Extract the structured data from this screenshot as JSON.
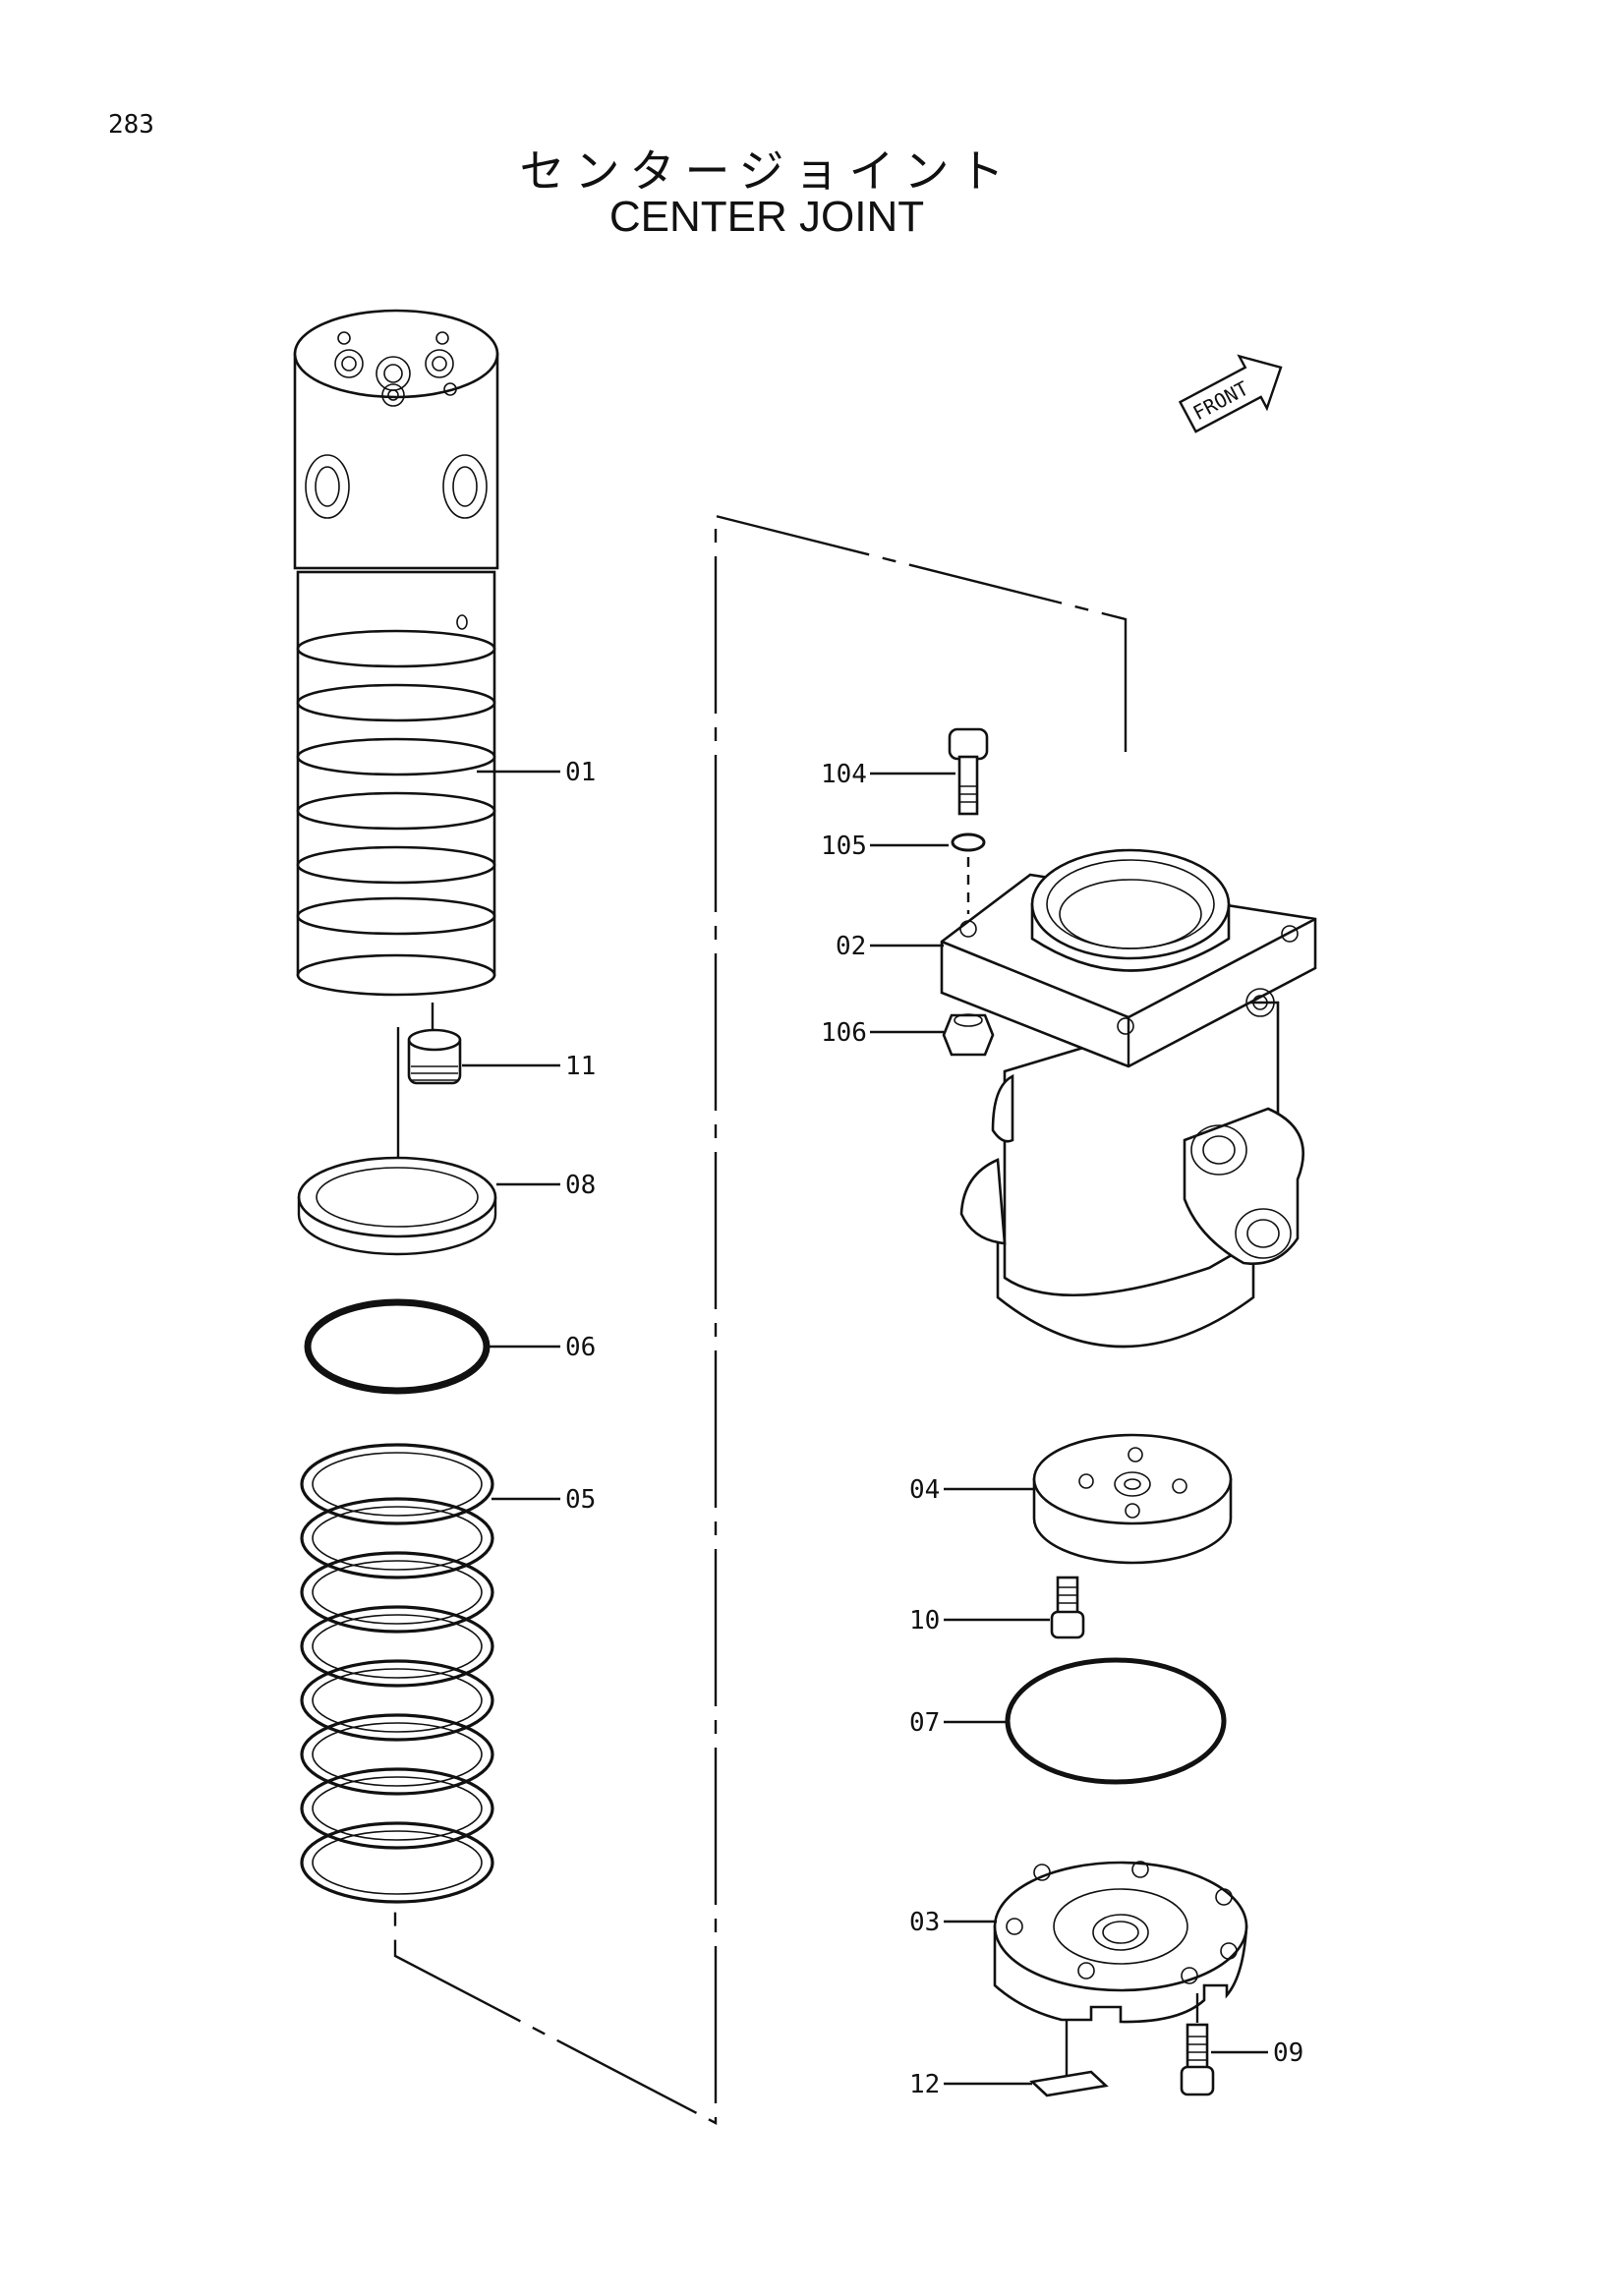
{
  "page_number": "283",
  "title_jp": "センタージョイント",
  "title_en": "CENTER JOINT",
  "front_label": "FRONT",
  "callouts": {
    "p01": "01",
    "p02": "02",
    "p03": "03",
    "p04": "04",
    "p05": "05",
    "p06": "06",
    "p07": "07",
    "p08": "08",
    "p09": "09",
    "p10": "10",
    "p11": "11",
    "p12": "12",
    "p104": "104",
    "p105": "105",
    "p106": "106"
  }
}
